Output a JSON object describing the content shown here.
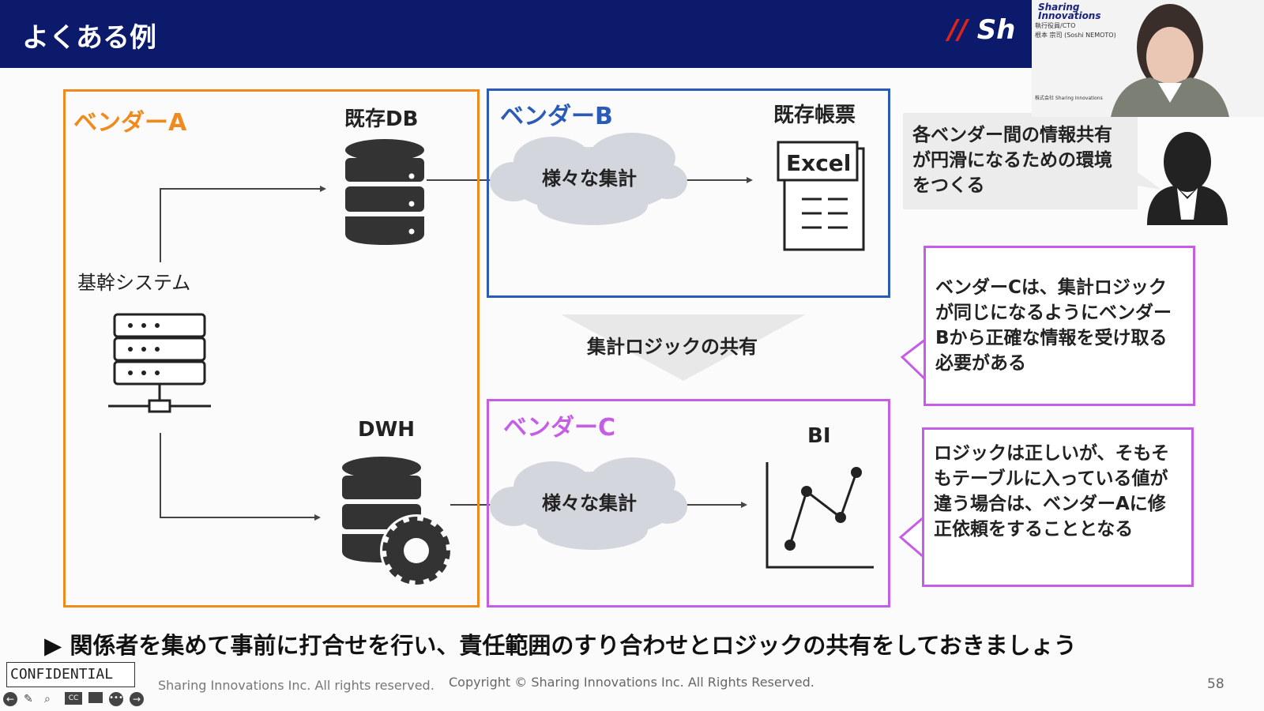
{
  "slide": {
    "title": "よくある例",
    "logo_text": "Sh",
    "vendor_a": {
      "title": "ベンダーA",
      "db_label": "既存DB",
      "system_label": "基幹システム",
      "dwh_label": "DWH"
    },
    "vendor_b": {
      "title": "ベンダーB",
      "cloud_label": "様々な集計",
      "report_label": "既存帳票",
      "excel_label": "Excel"
    },
    "vendor_c": {
      "title": "ベンダーC",
      "cloud_label": "様々な集計",
      "bi_label": "BI"
    },
    "shared_logic_label": "集計ロジックの共有",
    "callout_top": "各ベンダー間の情報共有が円滑になるための環境をつくる",
    "callout_middle": "ベンダーCは、集計ロジックが同じになるようにベンダーBから正確な情報を受け取る必要がある",
    "callout_bottom": "ロジックは正しいが、そもそもテーブルに入っている値が違う場合は、ベンダーAに修正依頼をすることとなる",
    "summary": "▶ 関係者を集めて事前に打合せを行い、責任範囲のすり合わせとロジックの共有をしておきましょう",
    "copyright": "Copyright © Sharing Innovations Inc. All Rights Reserved.",
    "page_number": "58",
    "confidential": "CONFIDENTIAL",
    "left_footer": "Sharing Innovations Inc. All rights reserved."
  },
  "video": {
    "company": "Sharing Innovations",
    "role": "執行役員/CTO",
    "name": "根本 宗司 (Soshi NEMOTO)",
    "company_jp": "株式会社 Sharing Innovations"
  },
  "player_controls": [
    "prev-icon",
    "pen-icon",
    "zoom-icon",
    "cc-icon",
    "screen-icon",
    "more-icon",
    "next-icon"
  ],
  "colors": {
    "header": "#0b1a6b",
    "vendor_a": "#f08a1c",
    "vendor_b": "#2a5bb8",
    "vendor_c": "#c65de6"
  }
}
